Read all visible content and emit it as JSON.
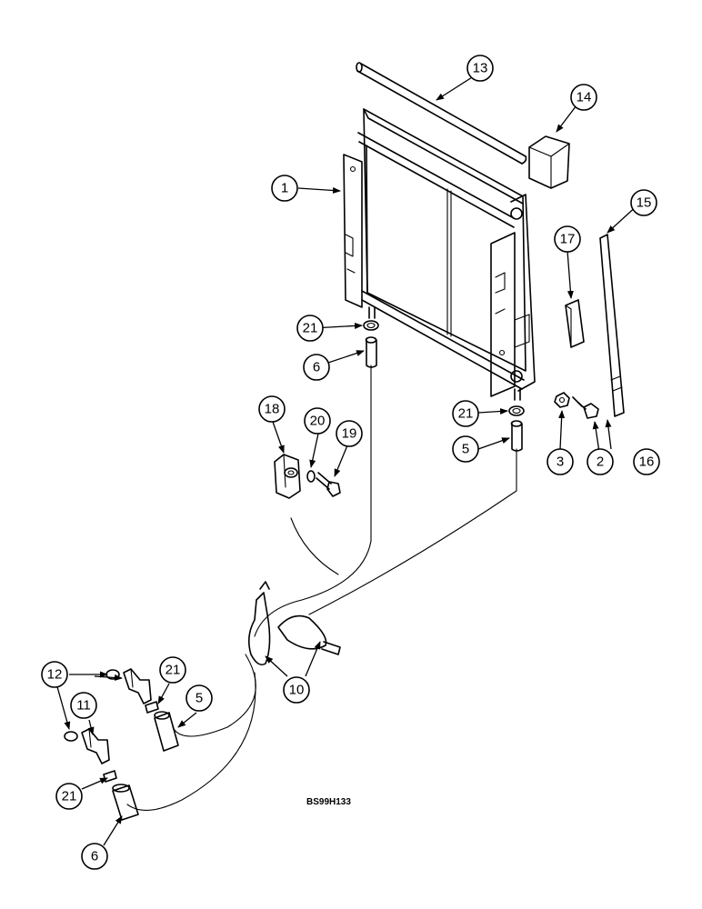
{
  "drawing": {
    "reference_code": "BS99H133",
    "part_callouts": {
      "p1": "1",
      "p2": "2",
      "p3": "3",
      "p5a": "5",
      "p5b": "5",
      "p6a": "6",
      "p6b": "6",
      "p10": "10",
      "p11": "11",
      "p12": "12",
      "p13": "13",
      "p14": "14",
      "p15": "15",
      "p16": "16",
      "p17": "17",
      "p18": "18",
      "p19": "19",
      "p20": "20",
      "p21a": "21",
      "p21b": "21",
      "p21c": "21",
      "p21d": "21"
    }
  }
}
